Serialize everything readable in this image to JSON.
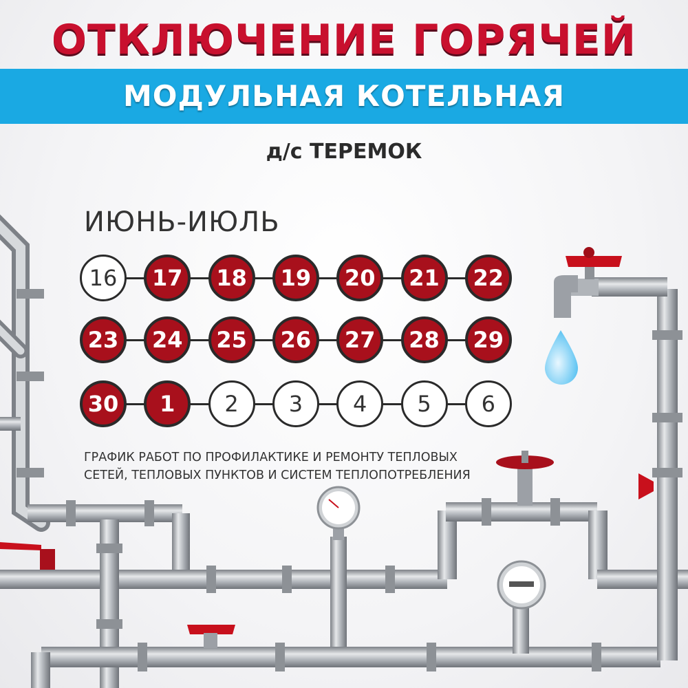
{
  "header": {
    "title": "ОТКЛЮЧЕНИЕ ГОРЯЧЕЙ ВОДЫ",
    "subtitle": "МОДУЛЬНАЯ КОТЕЛЬНАЯ",
    "organization": "д/с ТЕРЕМОК"
  },
  "schedule": {
    "period": "ИЮНЬ-ИЮЛЬ",
    "rows": [
      [
        {
          "day": "16",
          "off": false
        },
        {
          "day": "17",
          "off": true
        },
        {
          "day": "18",
          "off": true
        },
        {
          "day": "19",
          "off": true
        },
        {
          "day": "20",
          "off": true
        },
        {
          "day": "21",
          "off": true
        },
        {
          "day": "22",
          "off": true
        }
      ],
      [
        {
          "day": "23",
          "off": true
        },
        {
          "day": "24",
          "off": true
        },
        {
          "day": "25",
          "off": true
        },
        {
          "day": "26",
          "off": true
        },
        {
          "day": "27",
          "off": true
        },
        {
          "day": "28",
          "off": true
        },
        {
          "day": "29",
          "off": true
        }
      ],
      [
        {
          "day": "30",
          "off": true
        },
        {
          "day": "1",
          "off": true
        },
        {
          "day": "2",
          "off": false
        },
        {
          "day": "3",
          "off": false
        },
        {
          "day": "4",
          "off": false
        },
        {
          "day": "5",
          "off": false
        },
        {
          "day": "6",
          "off": false
        }
      ]
    ],
    "note_line1": "ГРАФИК РАБОТ ПО ПРОФИЛАКТИКЕ И РЕМОНТУ ТЕПЛОВЫХ",
    "note_line2": "СЕТЕЙ, ТЕПЛОВЫХ ПУНКТОВ И СИСТЕМ ТЕПЛОПОТРЕБЛЕНИЯ"
  },
  "colors": {
    "title_red": "#c8102e",
    "band_blue": "#1aa9e3",
    "outage_day": "#a8101c",
    "valve_red": "#c8101c",
    "pipe": "#a9adb3"
  },
  "icons": [
    "pipe-network",
    "faucet-icon",
    "water-drop-icon",
    "pressure-gauge-icon",
    "water-meter-icon",
    "valve-handle-icon",
    "gate-valve-wheel-icon"
  ]
}
